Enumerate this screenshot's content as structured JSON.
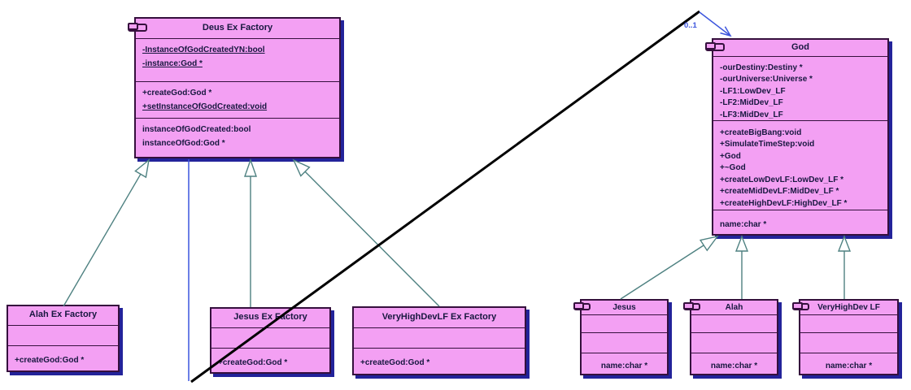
{
  "colors": {
    "box_fill": "#f3a0f3",
    "box_border": "#35103d",
    "shadow": "#23239a",
    "generalization": "#4e8181",
    "association": "#3c55dd",
    "crossing_line": "#000000",
    "text": "#17173f",
    "background": "#ffffff"
  },
  "classes": {
    "deus_ex_factory": {
      "title": "Deus Ex Factory",
      "attributes": [
        "-InstanceOfGodCreatedYN:bool",
        "-instance:God *"
      ],
      "operations": [
        "+createGod:God *",
        "+setInstanceOfGodCreated:void"
      ],
      "properties": [
        "instanceOfGodCreated:bool",
        "instanceOfGod:God *"
      ]
    },
    "alah_ex_factory": {
      "title": "Alah Ex Factory",
      "operations": [
        "+createGod:God *"
      ]
    },
    "jesus_ex_factory": {
      "title": "Jesus Ex Factory",
      "operations": [
        "+createGod:God *"
      ]
    },
    "veryhighdevlf_ex_factory": {
      "title": "VeryHighDevLF Ex Factory",
      "operations": [
        "+createGod:God *"
      ]
    },
    "god": {
      "title": "God",
      "attributes": [
        "-ourDestiny:Destiny *",
        "-ourUniverse:Universe *",
        "-LF1:LowDev_LF",
        "-LF2:MidDev_LF",
        "-LF3:MidDev_LF"
      ],
      "operations": [
        "+createBigBang:void",
        "+SimulateTimeStep:void",
        "+God",
        "+~God",
        "+createLowDevLF:LowDev_LF *",
        "+createMidDevLF:MidDev_LF *",
        "+createHighDevLF:HighDev_LF *"
      ],
      "properties": [
        "name:char *"
      ]
    },
    "jesus": {
      "title": "Jesus",
      "properties": [
        "name:char *"
      ]
    },
    "alah": {
      "title": "Alah",
      "properties": [
        "name:char *"
      ]
    },
    "veryhighdev_lf": {
      "title": "VeryHighDev LF",
      "properties": [
        "name:char *"
      ]
    }
  },
  "association": {
    "multiplicity": "0..1"
  }
}
